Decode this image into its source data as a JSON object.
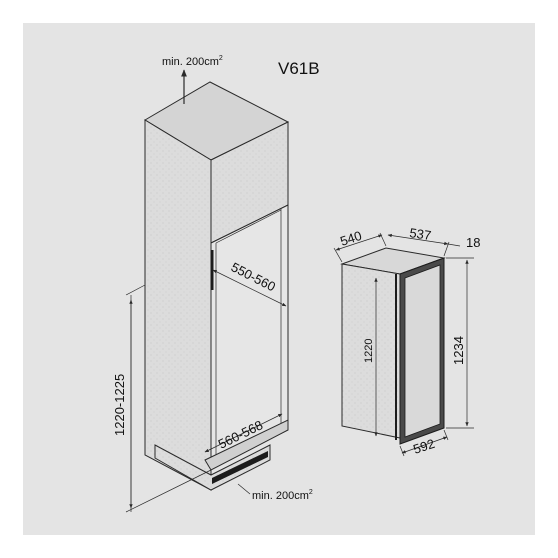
{
  "model": "V61B",
  "ventilation_top": {
    "text": "min. 200cm",
    "superscript": "2"
  },
  "ventilation_bottom": {
    "text": "min. 200cm",
    "superscript": "2"
  },
  "niche": {
    "width": "550-560",
    "bottom_width": "560-568",
    "height": "1220-1225"
  },
  "appliance": {
    "depth": "540",
    "width": "537",
    "door_thickness": "18",
    "body_height": "1220",
    "total_height": "1234",
    "door_width": "592"
  },
  "colors": {
    "panel_background": "#e4e4e4",
    "cabinet_fill": "#dcdcdc",
    "stroke": "#2a2a2a",
    "door_dark": "#4a4a4a"
  }
}
